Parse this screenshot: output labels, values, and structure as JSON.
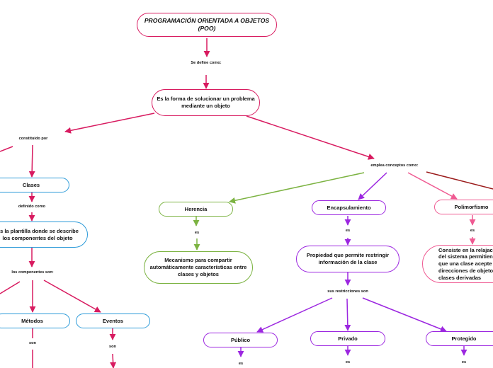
{
  "colors": {
    "pink": "#d81b60",
    "blue": "#2d9bd9",
    "green": "#7cb342",
    "purple": "#9c27e0",
    "rose": "#ef5a92",
    "darkred": "#9b1c1c"
  },
  "title": "PROGRAMACIÓN ORIENTADA A OBJETOS (POO)",
  "link_se_define": "Se define como:",
  "definition": "Es la forma de solucionar un problema mediante un objeto",
  "left": {
    "link_constituido": "constituido por",
    "clases": "Clases",
    "link_definido": "definido como",
    "clases_def": "Es la plantilla donde se describe los componentes del objeto",
    "link_componentes": "los componentes son:",
    "metodos": "Métodos",
    "eventos": "Eventos",
    "link_son_metodos": "son",
    "link_son_eventos": "son"
  },
  "right": {
    "link_emplea": "emplea conceptos como:",
    "herencia": "Herencia",
    "link_es_herencia": "es",
    "herencia_def": "Mecanismo para compartir automáticamente características entre clases y objetos",
    "encapsulamiento": "Encapsulamiento",
    "link_es_encap": "es",
    "encap_def": "Propiedad que permite restringir información de la clase",
    "link_restricciones": "sus restricciones son",
    "publico": "Público",
    "privado": "Privado",
    "protegido": "Protegido",
    "link_es_publico": "es",
    "link_es_privado": "es",
    "link_es_protegido": "es",
    "polimorfismo": "Polimorfismo",
    "link_es_poli": "es",
    "poli_def": "Consiste en la relajación del sistema permitiendo que una clase acepte direcciones de objetos de clases derivadas"
  }
}
